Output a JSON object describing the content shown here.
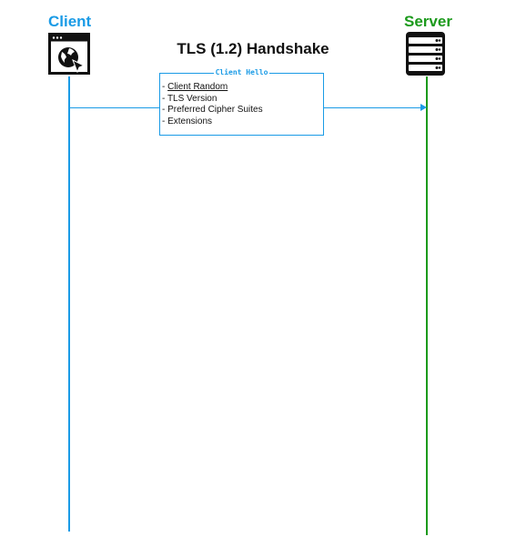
{
  "title": "TLS (1.2) Handshake",
  "actors": {
    "client": {
      "label": "Client",
      "icon": "browser-globe-icon",
      "color": "#1a9be6"
    },
    "server": {
      "label": "Server",
      "icon": "server-rack-icon",
      "color": "#1c9a1c"
    }
  },
  "message": {
    "name": "Client Hello",
    "direction": "client-to-server",
    "color": "#1a9be6",
    "items": [
      {
        "text": "Client Random",
        "underline": true
      },
      {
        "text": "TLS Version",
        "underline": false
      },
      {
        "text": "Preferred Cipher Suites",
        "underline": false
      },
      {
        "text": "Extensions",
        "underline": false
      }
    ]
  }
}
